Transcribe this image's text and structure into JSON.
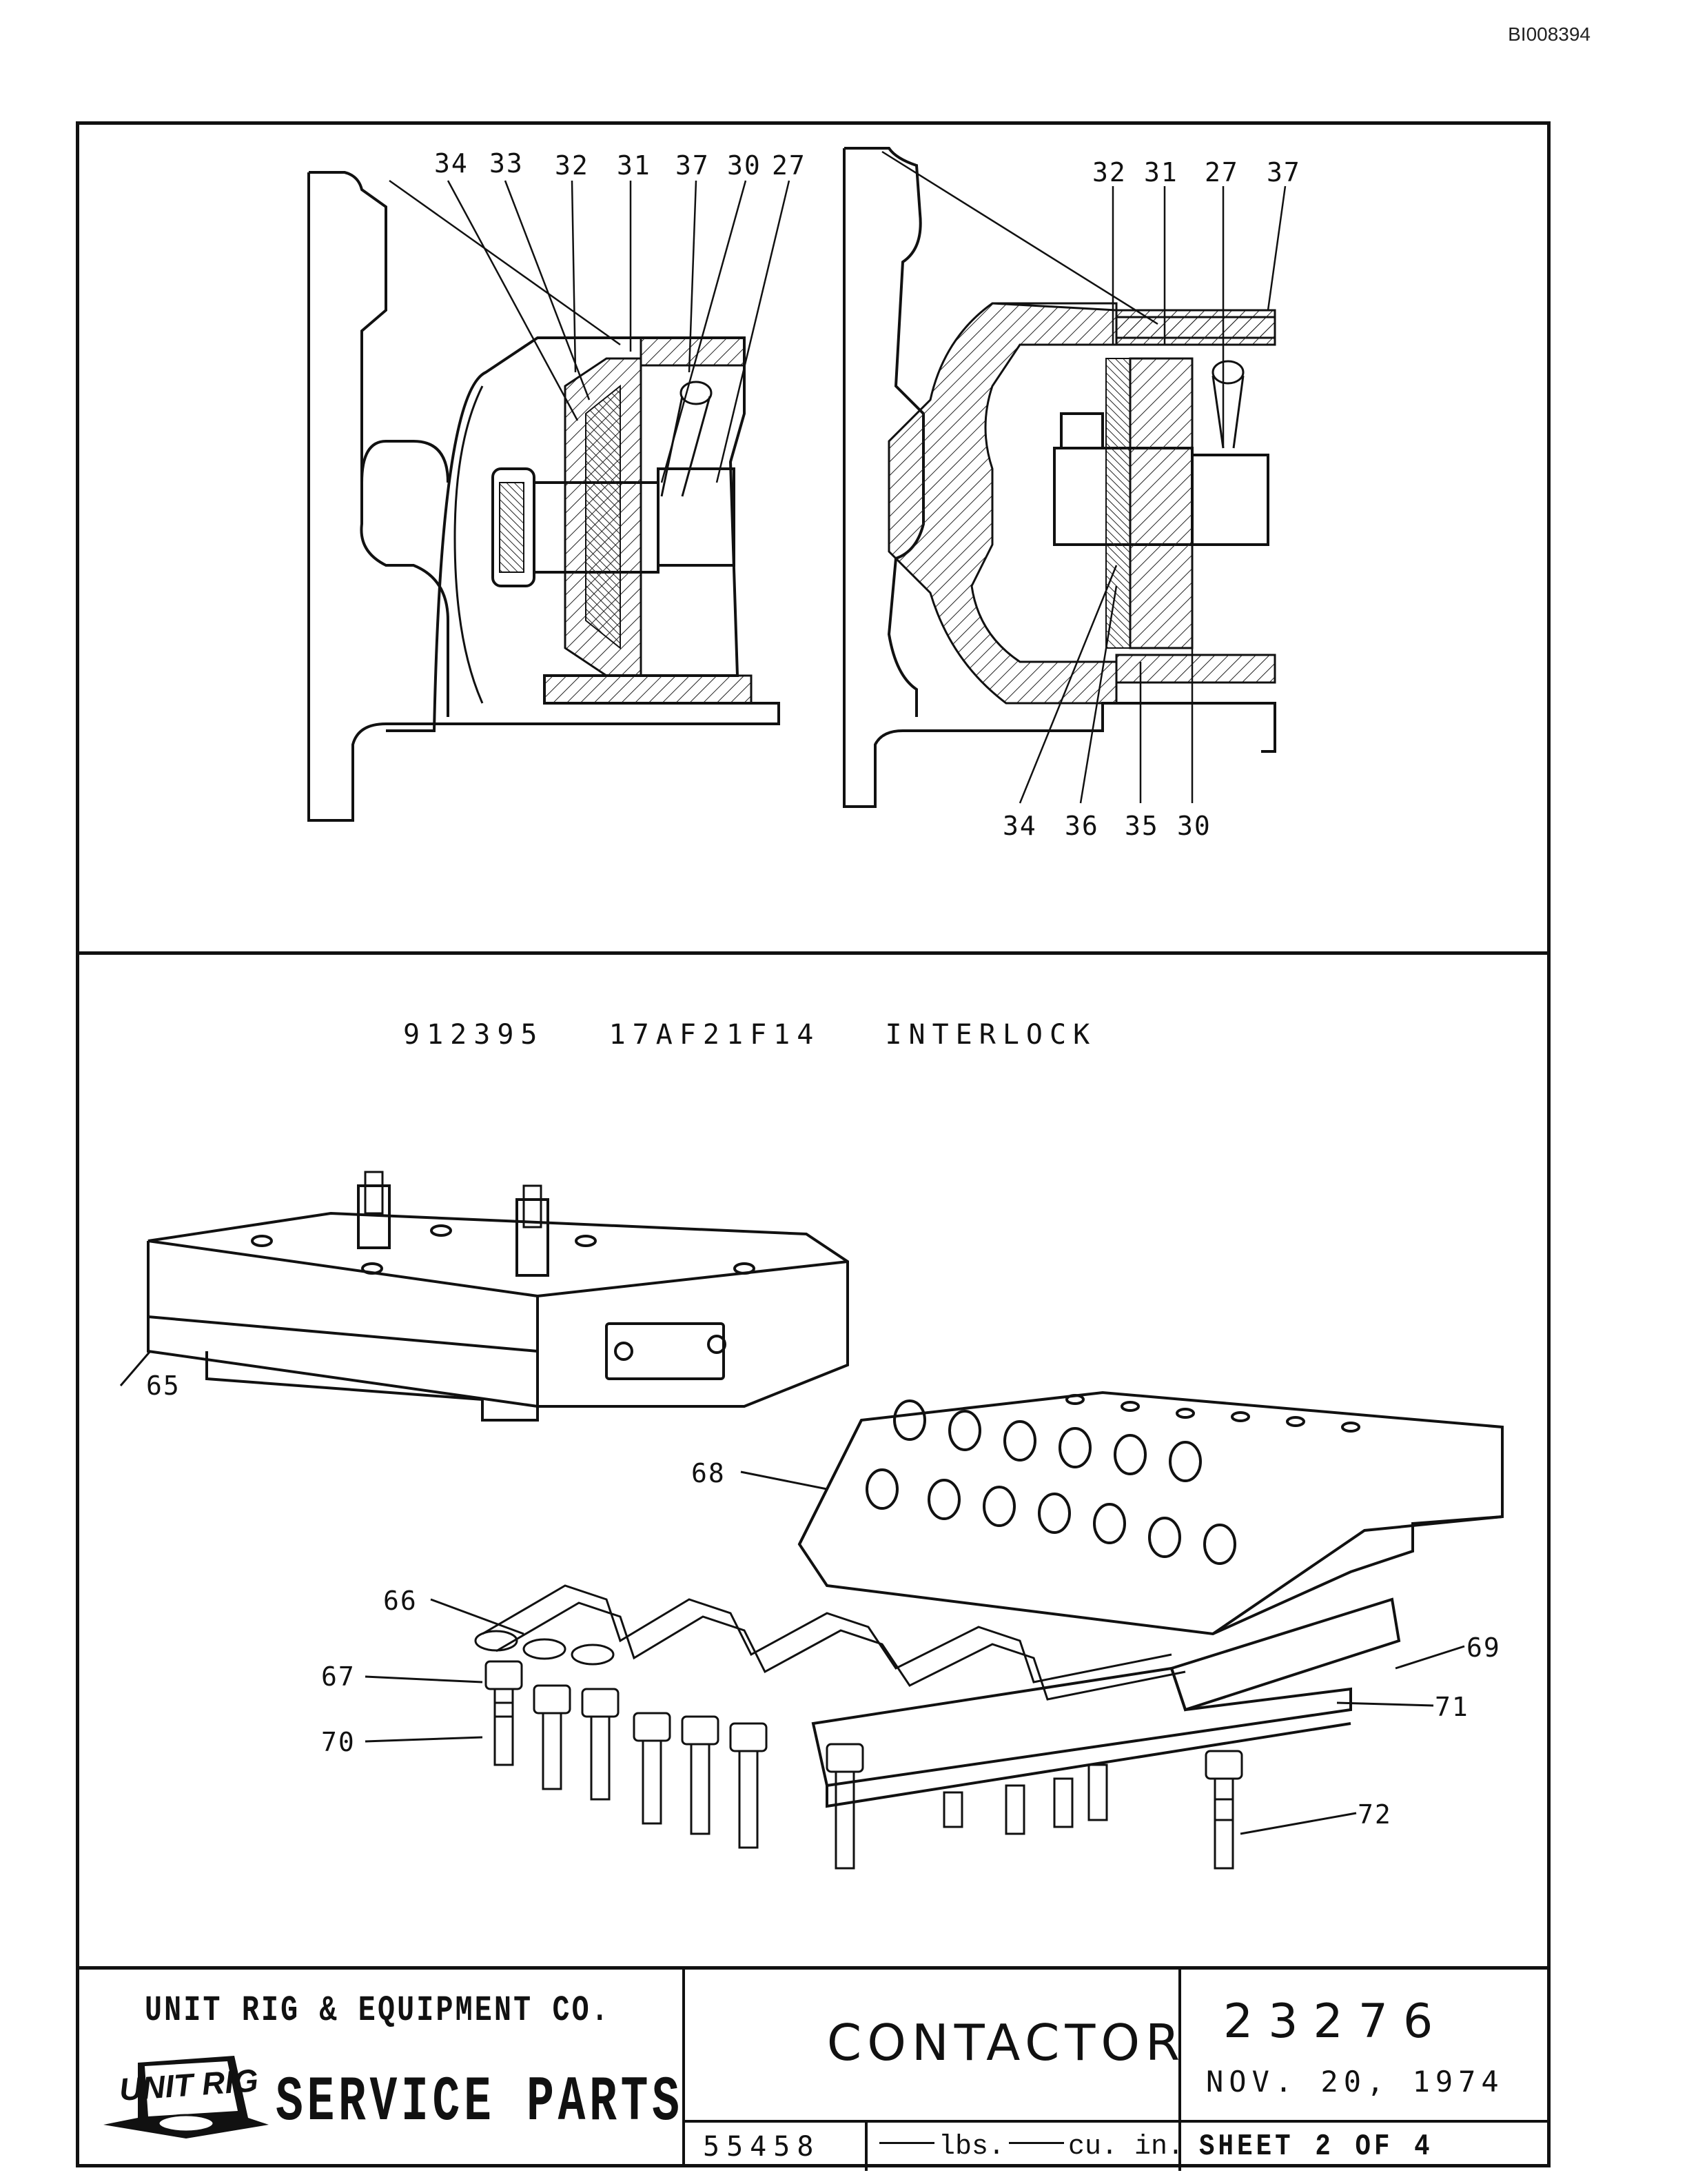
{
  "document": {
    "doc_id": "BI008394"
  },
  "figure_top": {
    "left_view_callouts": [
      "34",
      "33",
      "32",
      "31",
      "37",
      "30",
      "27"
    ],
    "right_view_top_callouts": [
      "32",
      "31",
      "27",
      "37"
    ],
    "right_view_bottom_callouts": [
      "34",
      "36",
      "35",
      "30"
    ]
  },
  "figure_bottom": {
    "caption": {
      "part_number": "912395",
      "model": "17AF21F14",
      "name": "INTERLOCK"
    },
    "callouts": [
      "65",
      "68",
      "66",
      "67",
      "70",
      "69",
      "71",
      "72"
    ]
  },
  "title_block": {
    "company": "UNIT RIG & EQUIPMENT CO.",
    "logo_text": "UNIT RIG",
    "service_label": "SERVICE PARTS",
    "title": "CONTACTOR",
    "drawing_number": "23276",
    "date": "NOV. 20, 1974",
    "code": "55458",
    "weight_unit": "lbs.",
    "volume_unit": "cu. in.",
    "sheet_label": "SHEET",
    "sheet_number": "2",
    "sheet_of": "OF",
    "sheet_total": "4"
  }
}
